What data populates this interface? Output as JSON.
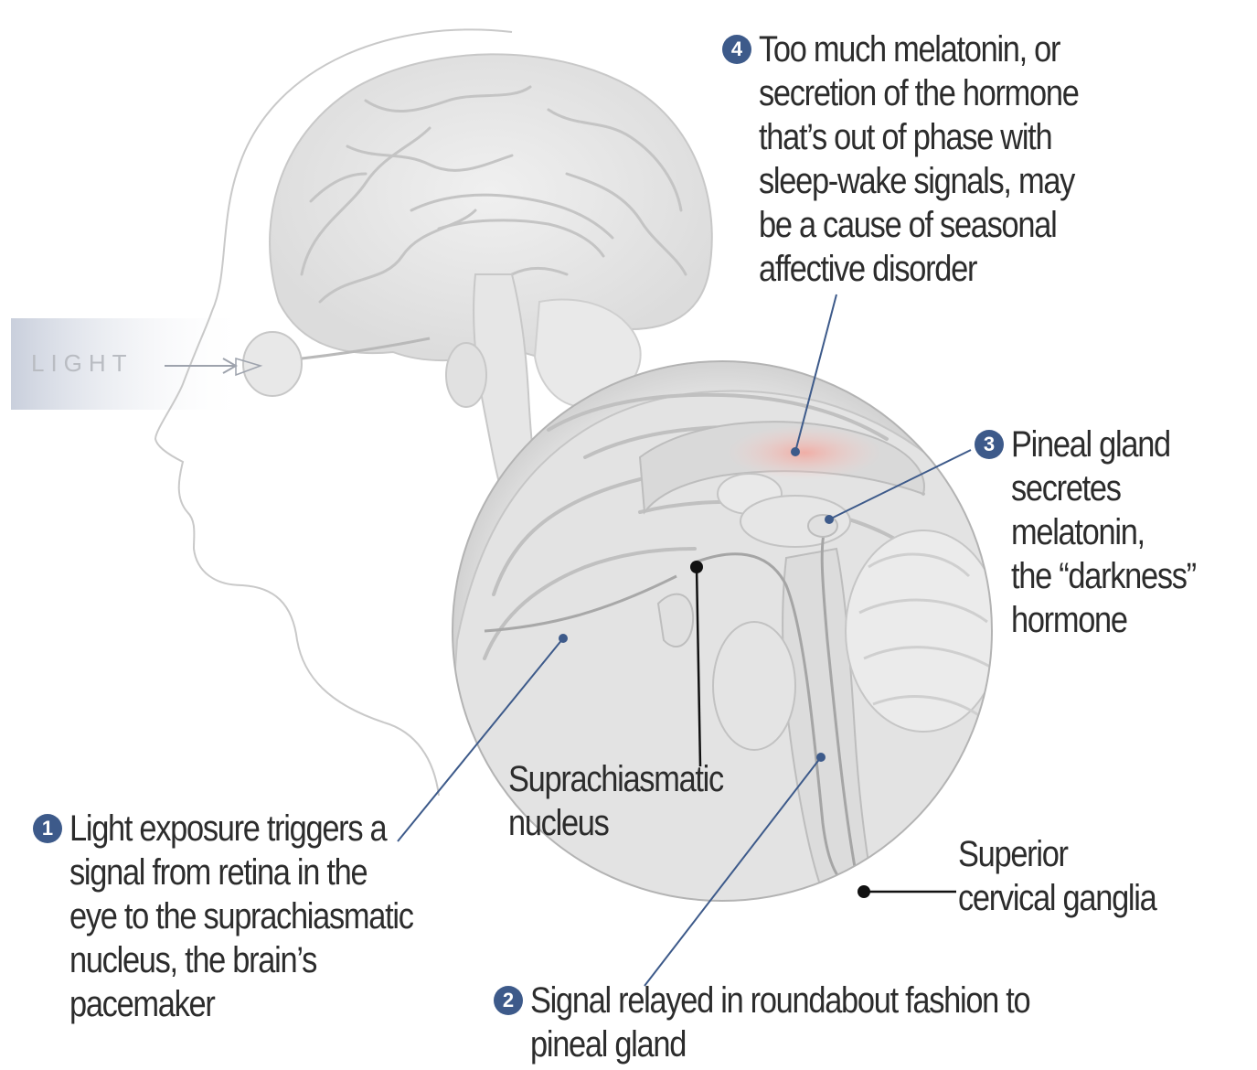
{
  "light_label": "LIGHT",
  "steps": [
    {
      "number": "1",
      "text": "Light exposure triggers a\nsignal from retina in the\neye to the suprachiasmatic\nnucleus, the brain’s\npacemaker"
    },
    {
      "number": "2",
      "text": "Signal relayed in roundabout fashion to\npineal gland"
    },
    {
      "number": "3",
      "text": "Pineal gland\nsecretes\nmelatonin,\nthe “darkness”\nhormone"
    },
    {
      "number": "4",
      "text": "Too much melatonin, or\nsecretion of the hormone\nthat’s out of phase with\nsleep-wake signals, may\nbe a cause of seasonal\naffective disorder"
    }
  ],
  "labels": {
    "scn": "Suprachiasmatic\nnucleus",
    "ganglia": "Superior\ncervical ganglia"
  },
  "colors": {
    "badge": "#3d5a8a",
    "text": "#2c2c2c",
    "leader_blue": "#3d5a8a",
    "highlight": "#f2b8b8"
  }
}
